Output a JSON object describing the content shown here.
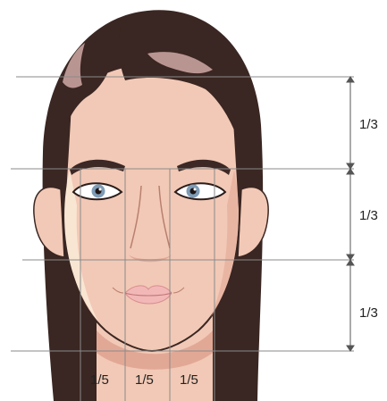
{
  "diagram": {
    "vertical_labels": [
      "1/3",
      "1/3",
      "1/3"
    ],
    "horizontal_labels": [
      "1/5",
      "1/5",
      "1/5"
    ],
    "colors": {
      "hair": "#3a2622",
      "hair_shine": "#b99592",
      "skin": "#f2c9b6",
      "skin_shadow": "#e2a896",
      "skin_highlight": "#f8e6d3",
      "brow": "#3c2825",
      "iris": "#7f9cb6",
      "lips": "#f2b8b8",
      "guide_line": "#8a8a8a",
      "background": "#ffffff"
    }
  }
}
